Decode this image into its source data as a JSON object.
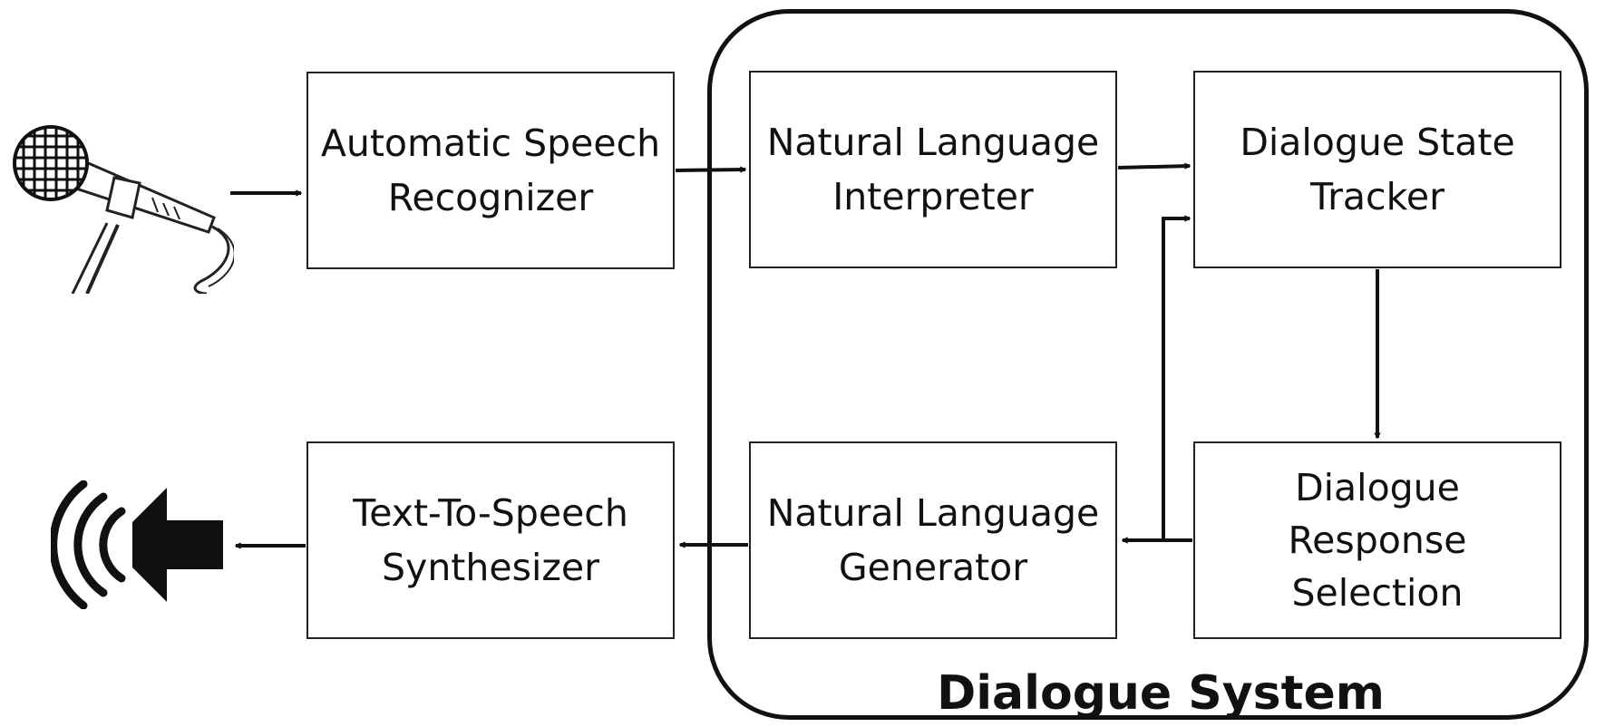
{
  "diagram": {
    "frame_label": "Dialogue System",
    "icons": {
      "input": "microphone-icon",
      "output": "speaker-icon"
    },
    "boxes": {
      "asr": [
        "Automatic Speech",
        "Recognizer"
      ],
      "nli": [
        "Natural Language",
        "Interpreter"
      ],
      "dst": [
        "Dialogue State",
        "Tracker"
      ],
      "tts": [
        "Text-To-Speech",
        "Synthesizer"
      ],
      "nlg": [
        "Natural Language",
        "Generator"
      ],
      "drs": [
        "Dialogue",
        "Response",
        "Selection"
      ]
    },
    "connections": [
      {
        "from": "microphone",
        "to": "Automatic Speech Recognizer"
      },
      {
        "from": "Automatic Speech Recognizer",
        "to": "Natural Language Interpreter"
      },
      {
        "from": "Natural Language Interpreter",
        "to": "Dialogue State Tracker"
      },
      {
        "from": "Dialogue State Tracker",
        "to": "Dialogue Response Selection"
      },
      {
        "from": "Dialogue Response Selection",
        "to": "Natural Language Generator"
      },
      {
        "from": "Dialogue Response Selection",
        "to": "Dialogue State Tracker"
      },
      {
        "from": "Natural Language Generator",
        "to": "Text-To-Speech Synthesizer"
      },
      {
        "from": "Text-To-Speech Synthesizer",
        "to": "speaker"
      }
    ],
    "colors": {
      "ink": "#111111",
      "background": "#ffffff"
    }
  }
}
